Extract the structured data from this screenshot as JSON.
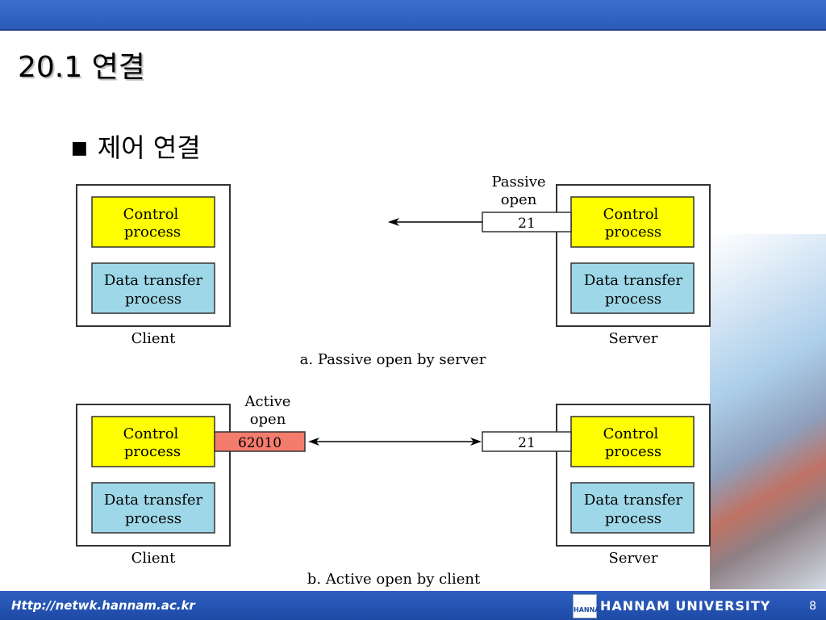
{
  "slide": {
    "title": "20.1 연결",
    "bullet": "제어 연결",
    "footer_url": "Http://netwk.hannam.ac.kr",
    "university": "HANNAM UNIVERSITY",
    "logo_text": "HANNAM",
    "page_number": "8"
  },
  "diagram": {
    "control_label_1": "Control",
    "control_label_2": "process",
    "data_label_1": "Data transfer",
    "data_label_2": "process",
    "client": "Client",
    "server": "Server",
    "passive_label_1": "Passive",
    "passive_label_2": "open",
    "active_label_1": "Active",
    "active_label_2": "open",
    "server_port": "21",
    "client_port": "62010",
    "caption_a": "a. Passive open by server",
    "caption_b": "b. Active open by client",
    "colors": {
      "control": "#ffff00",
      "data": "#9ed8e8",
      "client_port": "#f47c6c"
    }
  }
}
